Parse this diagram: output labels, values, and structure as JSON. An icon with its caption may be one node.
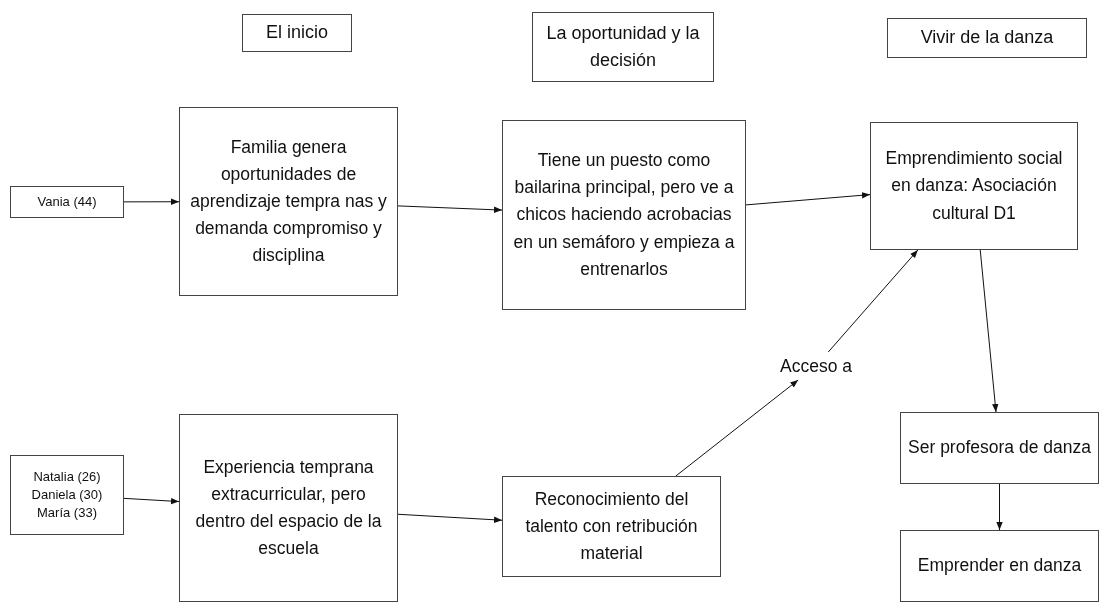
{
  "diagram": {
    "nodes": [
      {
        "text": [
          "El inicio"
        ]
      },
      {
        "text": [
          "La oportunidad y la decisión"
        ]
      },
      {
        "text": [
          "Vivir de la danza"
        ]
      },
      {
        "text": [
          "Vania (44)"
        ]
      },
      {
        "text": [
          "Familia genera oportunidades de aprendizaje tempra nas y demanda compromiso y disciplina"
        ]
      },
      {
        "text": [
          "Tiene un puesto como bailarina principal, pero ve a chicos haciendo acrobacias en un semáforo y empieza a entrenarlos"
        ]
      },
      {
        "text": [
          "Emprendimiento social en danza: Asociación cultural D1"
        ]
      },
      {
        "text": [
          "Natalia (26)",
          "Daniela (30)",
          "María (33)"
        ]
      },
      {
        "text": [
          "Experiencia temprana extracurricular, pero dentro del espacio de la escuela"
        ]
      },
      {
        "text": [
          "Reconocimiento del talento con retribución material"
        ]
      },
      {
        "text": [
          "Acceso a"
        ]
      },
      {
        "text": [
          "Ser profesora de danza"
        ]
      },
      {
        "text": [
          "Emprender en danza"
        ]
      }
    ],
    "edges": [
      {
        "from": 3,
        "to": 4,
        "arrow": "to"
      },
      {
        "from": 4,
        "to": 5,
        "arrow": "to"
      },
      {
        "from": 5,
        "to": 6,
        "arrow": "to"
      },
      {
        "from": 7,
        "to": 8,
        "arrow": "to"
      },
      {
        "from": 8,
        "to": 9,
        "arrow": "to"
      },
      {
        "from": 9,
        "to": 10,
        "arrow": "to"
      },
      {
        "from": 10,
        "to": 6,
        "arrow": "to"
      },
      {
        "from": 6,
        "to": 11,
        "arrow": "to"
      },
      {
        "from": 11,
        "to": 12,
        "arrow": "to"
      }
    ]
  }
}
